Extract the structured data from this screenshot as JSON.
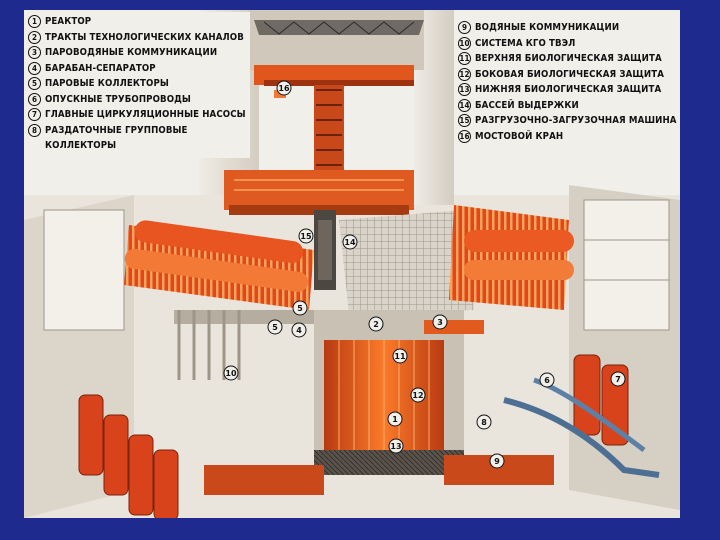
{
  "legend_left": [
    {
      "num": "1",
      "label": "РЕАКТОР"
    },
    {
      "num": "2",
      "label": "ТРАКТЫ ТЕХНОЛОГИЧЕСКИХ КАНАЛОВ"
    },
    {
      "num": "3",
      "label": "ПАРОВОДЯНЫЕ КОММУНИКАЦИИ"
    },
    {
      "num": "4",
      "label": "БАРАБАН-СЕПАРАТОР"
    },
    {
      "num": "5",
      "label": "ПАРОВЫЕ КОЛЛЕКТОРЫ"
    },
    {
      "num": "6",
      "label": "ОПУСКНЫЕ ТРУБОПРОВОДЫ"
    },
    {
      "num": "7",
      "label": "ГЛАВНЫЕ ЦИРКУЛЯЦИОННЫЕ НАСОСЫ"
    },
    {
      "num": "8",
      "label": "РАЗДАТОЧНЫЕ ГРУППОВЫЕ",
      "label2": "КОЛЛЕКТОРЫ"
    }
  ],
  "legend_right": [
    {
      "num": "9",
      "label": "ВОДЯНЫЕ КОММУНИКАЦИИ"
    },
    {
      "num": "10",
      "label": "СИСТЕМА КГО ТВЭЛ"
    },
    {
      "num": "11",
      "label": "ВЕРХНЯЯ БИОЛОГИЧЕСКАЯ ЗАЩИТА"
    },
    {
      "num": "12",
      "label": "БОКОВАЯ БИОЛОГИЧЕСКАЯ ЗАЩИТА"
    },
    {
      "num": "13",
      "label": "НИЖНЯЯ БИОЛОГИЧЕСКАЯ ЗАЩИТА"
    },
    {
      "num": "14",
      "label": "БАССЕЙ ВЫДЕРЖКИ"
    },
    {
      "num": "15",
      "label": "РАЗГРУЗОЧНО-ЗАГРУЗОЧНАЯ МАШИНА"
    },
    {
      "num": "16",
      "label": "МОСТОВОЙ КРАН"
    }
  ],
  "callouts": [
    {
      "n": "16"
    },
    {
      "n": "15"
    },
    {
      "n": "14"
    },
    {
      "n": "5"
    },
    {
      "n": "5"
    },
    {
      "n": "4"
    },
    {
      "n": "2"
    },
    {
      "n": "3"
    },
    {
      "n": "11"
    },
    {
      "n": "10"
    },
    {
      "n": "6"
    },
    {
      "n": "7"
    },
    {
      "n": "12"
    },
    {
      "n": "1"
    },
    {
      "n": "8"
    },
    {
      "n": "13"
    },
    {
      "n": "9"
    }
  ],
  "colors": {
    "background": "#1f2a8f",
    "concrete": "#e6e2d8",
    "concrete_shadow": "#bdb6a8",
    "hot_orange": "#ea5a1e",
    "hot_light": "#f89a45",
    "pipe_blue": "#4d6f93",
    "steel_dark": "#4a4540"
  }
}
